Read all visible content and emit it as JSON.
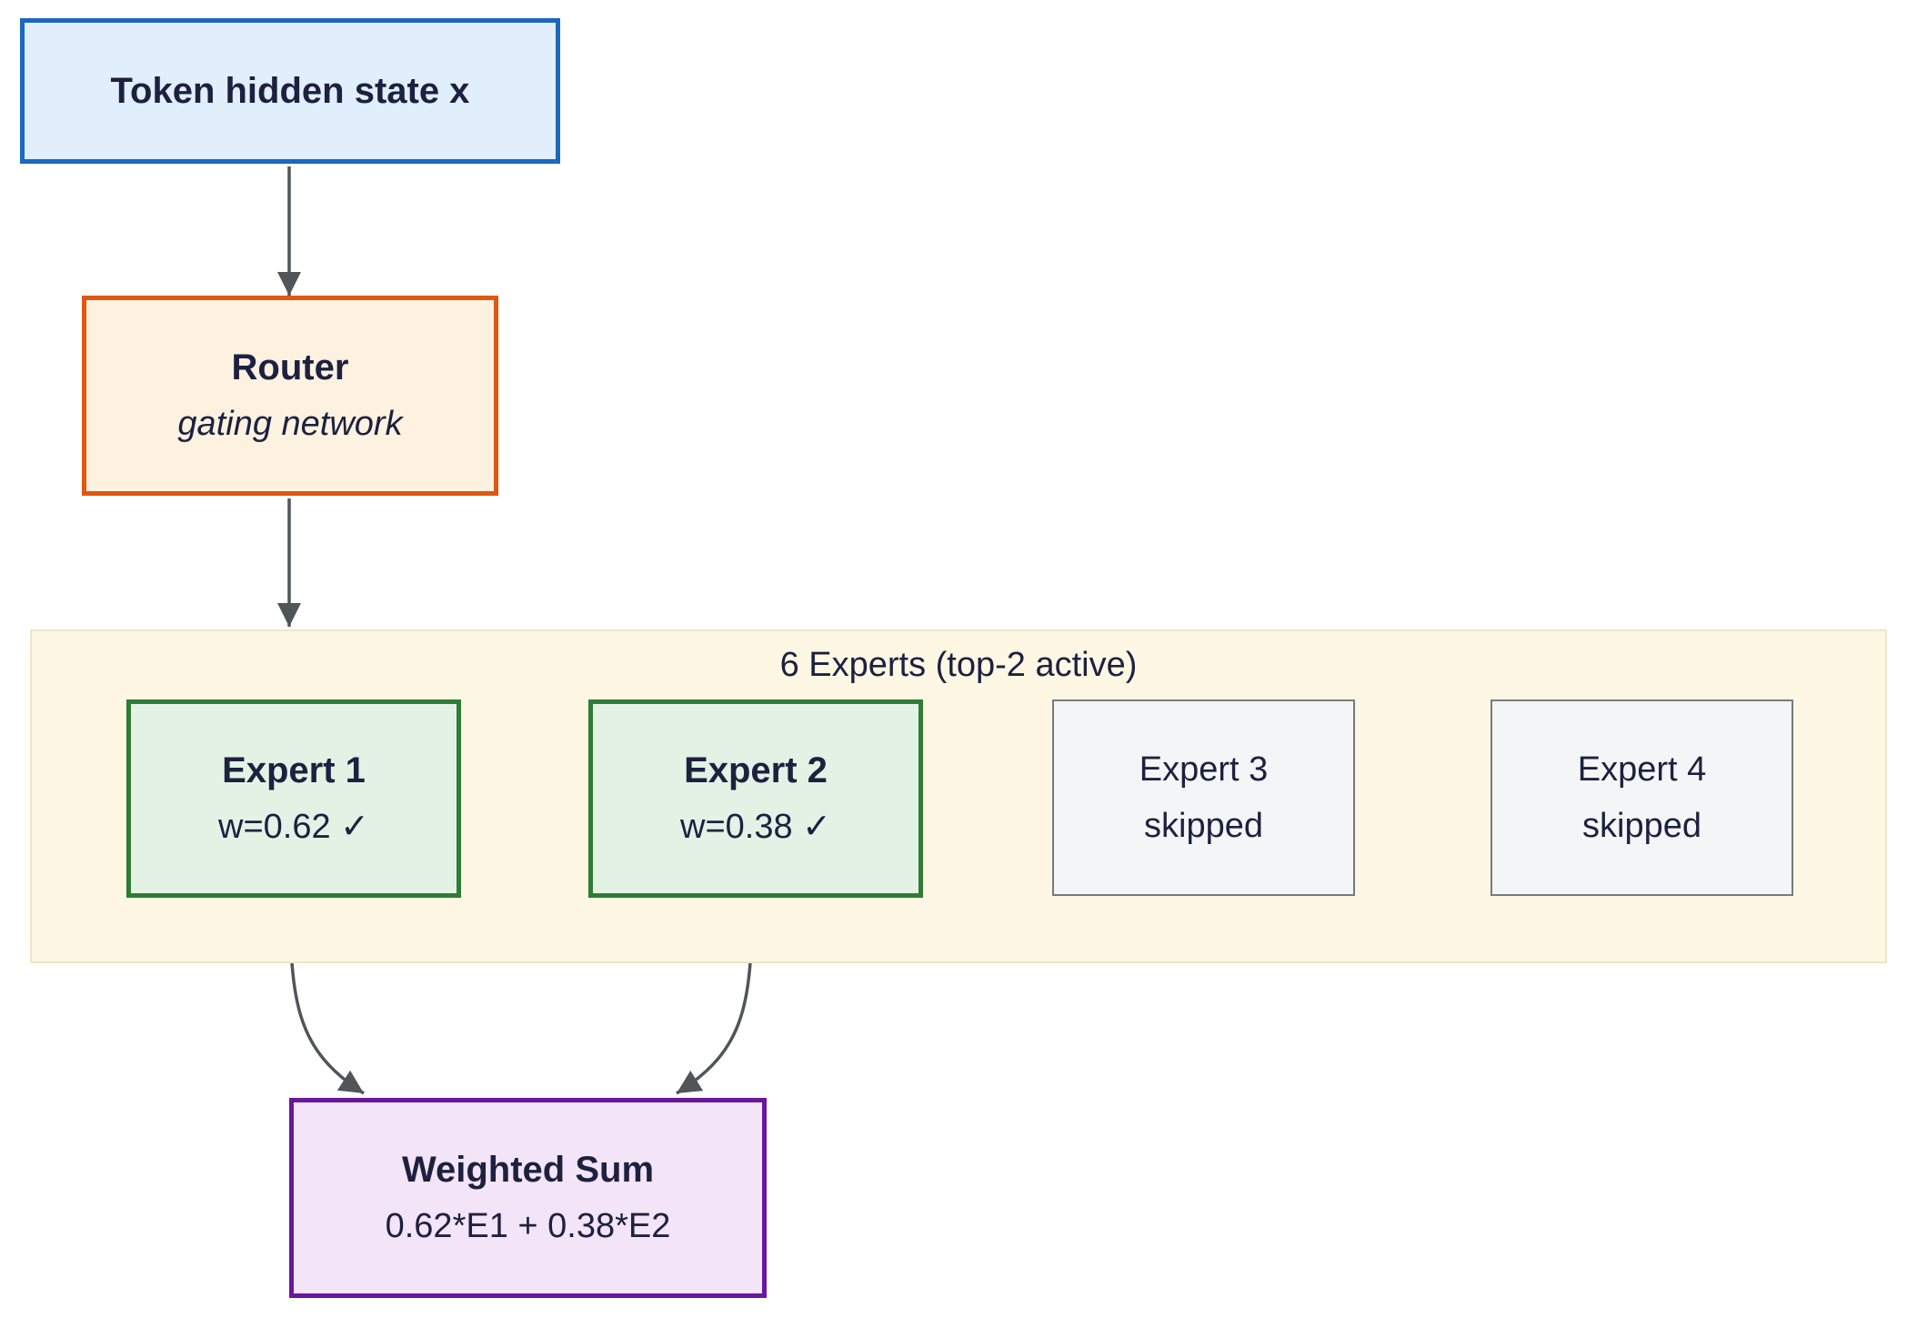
{
  "diagram": {
    "token": {
      "label": "Token hidden state x"
    },
    "router": {
      "label": "Router",
      "sublabel": "gating network"
    },
    "experts_group": {
      "title": "6 Experts (top-2 active)"
    },
    "experts": [
      {
        "label": "Expert 1",
        "detail": "w=0.62 ✓",
        "state": "active"
      },
      {
        "label": "Expert 2",
        "detail": "w=0.38 ✓",
        "state": "active"
      },
      {
        "label": "Expert 3",
        "detail": "skipped",
        "state": "skipped"
      },
      {
        "label": "Expert 4",
        "detail": "skipped",
        "state": "skipped"
      }
    ],
    "weighted_sum": {
      "label": "Weighted Sum",
      "detail": "0.62*E1 + 0.38*E2"
    }
  },
  "colors": {
    "text": "#1d2140",
    "token_fill": "#e1eefb",
    "token_border": "#1a69be",
    "router_fill": "#fdf2e0",
    "router_border": "#e0570f",
    "group_fill": "#fdf7e4",
    "group_border": "#efe6c9",
    "active_fill": "#e4f2e5",
    "active_border": "#2e7d32",
    "skipped_fill": "#f4f5f6",
    "skipped_border": "#777b7d",
    "sum_fill": "#f4e4f7",
    "sum_border": "#6a169e",
    "arrow": "#515558"
  }
}
